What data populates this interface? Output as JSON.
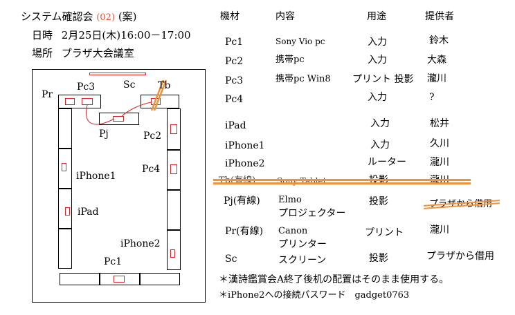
{
  "header": {
    "title": "システム確認会",
    "num": "(02)",
    "draft": "(案)",
    "date_label": "日時",
    "date_value": "2月25日(木)16:00－17:00",
    "place_label": "場所",
    "place_value": "プラザ大会議室"
  },
  "floorplan": {
    "pr": "Pr",
    "pc3": "Pc3",
    "sc": "Sc",
    "tb": "Tb",
    "pj": "Pj",
    "pc2": "Pc2",
    "pc4": "Pc4",
    "iphone1": "iPhone1",
    "ipad": "iPad",
    "iphone2": "iPhone2",
    "pc1": "Pc1"
  },
  "table": {
    "headers": [
      "機材",
      "内容",
      "用途",
      "提供者"
    ],
    "rows": [
      {
        "equip": "Pc1",
        "content": "Sony Vio pc",
        "use": "入力",
        "provider": "鈴木",
        "struck": false
      },
      {
        "equip": "Pc2",
        "content": "携帯pc",
        "use": "入力",
        "provider": "大森",
        "struck": false
      },
      {
        "equip": "Pc3",
        "content": "携帯pc Win8",
        "use": "プリント 投影",
        "provider": "瀧川",
        "struck": false
      },
      {
        "equip": "Pc4",
        "content": "",
        "use": "入力",
        "provider": "?",
        "struck": false
      },
      {
        "equip": "iPad",
        "content": "",
        "use": "入力",
        "provider": "松井",
        "struck": false
      },
      {
        "equip": "iPhone1",
        "content": "",
        "use": "入力",
        "provider": "久川",
        "struck": false
      },
      {
        "equip": "iPhone2",
        "content": "",
        "use": "ルーター",
        "provider": "瀧川",
        "struck": false
      },
      {
        "equip": "Tb(有線)",
        "content": "Sony Tablet",
        "use": "投影",
        "provider": "瀧川",
        "struck": true
      },
      {
        "equip": "Pj(有線)",
        "content": "Elmo",
        "content2": "プロジェクター",
        "use": "投影",
        "provider": "プラザから借用",
        "struck": false,
        "provider_struck": true
      },
      {
        "equip": "Pr(有線)",
        "content": "Canon",
        "content2": "プリンター",
        "use": "プリント",
        "provider": "瀧川",
        "struck": false
      },
      {
        "equip": "Sc",
        "content": "スクリーン",
        "use": "投影",
        "provider": "プラザから借用",
        "struck": false
      }
    ]
  },
  "notes": [
    "＊漢詩鑑賞会A終了後机の配置はそのまま使用する。",
    "＊iPhone2への接続パスワード　gadget0763"
  ],
  "colors": {
    "strike": "#f0923a",
    "device": "#dd2222",
    "num": "#e0502a"
  }
}
